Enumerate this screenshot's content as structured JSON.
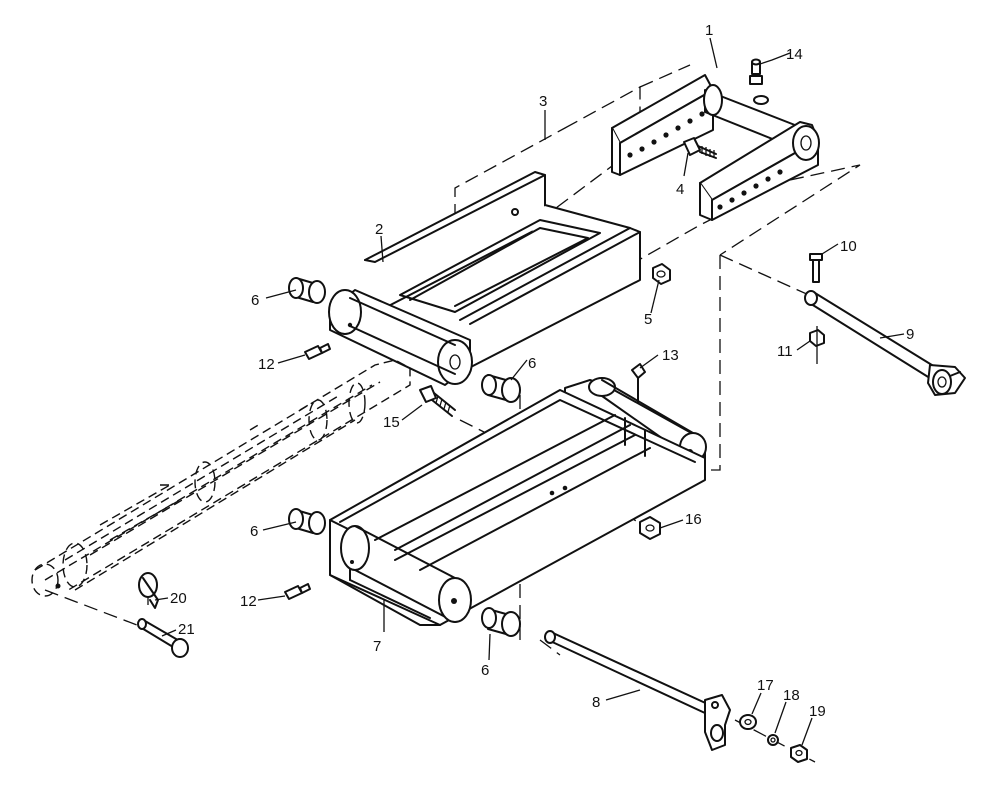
{
  "callouts": [
    {
      "id": "c1",
      "text": "1"
    },
    {
      "id": "c2",
      "text": "2"
    },
    {
      "id": "c3",
      "text": "3"
    },
    {
      "id": "c4",
      "text": "4"
    },
    {
      "id": "c5",
      "text": "5"
    },
    {
      "id": "c6a",
      "text": "6"
    },
    {
      "id": "c6b",
      "text": "6"
    },
    {
      "id": "c6c",
      "text": "6"
    },
    {
      "id": "c6d",
      "text": "6"
    },
    {
      "id": "c7",
      "text": "7"
    },
    {
      "id": "c8",
      "text": "8"
    },
    {
      "id": "c9",
      "text": "9"
    },
    {
      "id": "c10",
      "text": "10"
    },
    {
      "id": "c11",
      "text": "11"
    },
    {
      "id": "c12a",
      "text": "12"
    },
    {
      "id": "c12b",
      "text": "12"
    },
    {
      "id": "c13",
      "text": "13"
    },
    {
      "id": "c14",
      "text": "14"
    },
    {
      "id": "c15",
      "text": "15"
    },
    {
      "id": "c16",
      "text": "16"
    },
    {
      "id": "c17",
      "text": "17"
    },
    {
      "id": "c18",
      "text": "18"
    },
    {
      "id": "c19",
      "text": "19"
    },
    {
      "id": "c20",
      "text": "20"
    },
    {
      "id": "c21",
      "text": "21"
    }
  ]
}
